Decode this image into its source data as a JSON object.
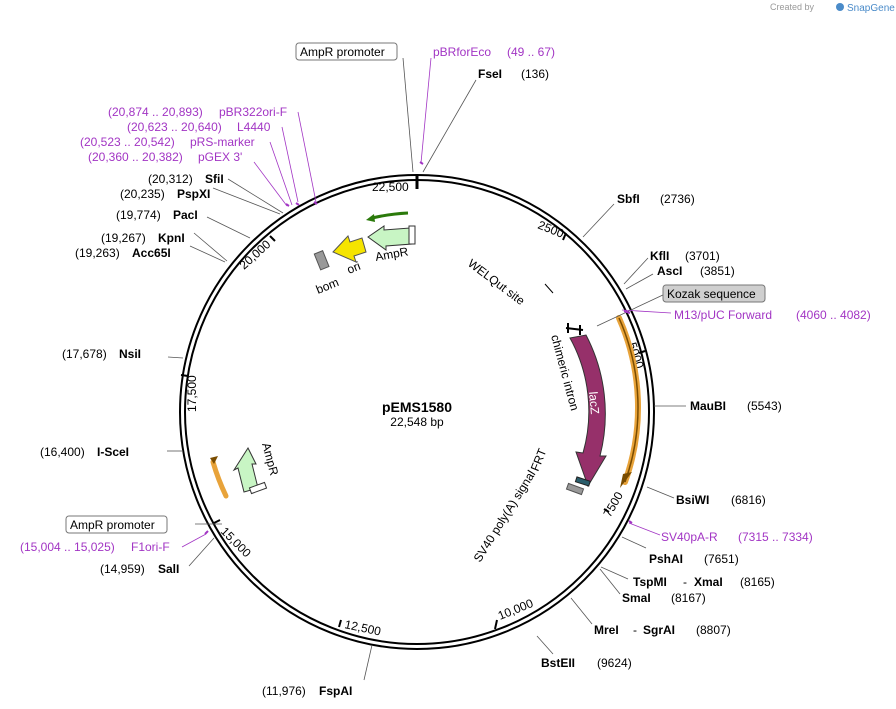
{
  "credit": {
    "created_by": "Created by",
    "brand": "SnapGene"
  },
  "plasmid": {
    "name": "pEMS1580",
    "size": "22,548 bp"
  },
  "ticks": {
    "t22500": "22,500",
    "t2500": "2500",
    "t5000": "5000",
    "t7500": "7500",
    "t10000": "10,000",
    "t12500": "12,500",
    "t15000": "15,000",
    "t17500": "17,500",
    "t20000": "20,000"
  },
  "enzymes": {
    "fsei": {
      "name": "FseI",
      "pos": "(136)"
    },
    "sbfi": {
      "name": "SbfI",
      "pos": "(2736)"
    },
    "kfli": {
      "name": "KflI",
      "pos": "(3701)"
    },
    "asci": {
      "name": "AscI",
      "pos": "(3851)"
    },
    "maubi": {
      "name": "MauBI",
      "pos": "(5543)"
    },
    "bsiwi": {
      "name": "BsiWI",
      "pos": "(6816)"
    },
    "pshai": {
      "name": "PshAI",
      "pos": "(7651)"
    },
    "tspmi": {
      "name": "TspMI",
      "sep": "-",
      "name2": "XmaI",
      "pos": "(8165)"
    },
    "smai": {
      "name": "SmaI",
      "pos": "(8167)"
    },
    "mrei": {
      "name": "MreI",
      "sep": "-",
      "name2": "SgrAI",
      "pos": "(8807)"
    },
    "bsteii": {
      "name": "BstEII",
      "pos": "(9624)"
    },
    "fspai": {
      "name": "FspAI",
      "pos": "(11,976)"
    },
    "sali": {
      "name": "SalI",
      "pos": "(14,959)"
    },
    "scei": {
      "name": "I-SceI",
      "pos": "(16,400)"
    },
    "nsii": {
      "name": "NsiI",
      "pos": "(17,678)"
    },
    "acc65i": {
      "name": "Acc65I",
      "pos": "(19,263)"
    },
    "kpni": {
      "name": "KpnI",
      "pos": "(19,267)"
    },
    "paci": {
      "name": "PacI",
      "pos": "(19,774)"
    },
    "pspxi": {
      "name": "PspXI",
      "pos": "(20,235)"
    },
    "sfii": {
      "name": "SfiI",
      "pos": "(20,312)"
    }
  },
  "primers": {
    "pbrforeco": {
      "name": "pBRforEco",
      "range": "(49 .. 67)"
    },
    "m13": {
      "name": "M13/pUC Forward",
      "range": "(4060 .. 4082)"
    },
    "sv40par": {
      "name": "SV40pA-R",
      "range": "(7315 .. 7334)"
    },
    "f1ori": {
      "name": "F1ori-F",
      "range": "(15,004 .. 15,025)"
    },
    "pgex": {
      "name": "pGEX 3'",
      "range": "(20,360 .. 20,382)"
    },
    "prs": {
      "name": "pRS-marker",
      "range": "(20,523 .. 20,542)"
    },
    "l4440": {
      "name": "L4440",
      "range": "(20,623 .. 20,640)"
    },
    "pbr322": {
      "name": "pBR322ori-F",
      "range": "(20,874 .. 20,893)"
    }
  },
  "boxes": {
    "ampr_promoter_top": "AmpR promoter",
    "ampr_promoter_left": "AmpR promoter",
    "kozak": "Kozak sequence"
  },
  "features": {
    "welqut": "WELQut site",
    "chimeric_intron": "chimeric intron",
    "lacz": "lacZ",
    "frt": "FRT",
    "sv40": "SV40 poly(A) signal",
    "ampr_top": "AmpR",
    "ori": "ori",
    "bom": "bom",
    "ampr_left": "AmpR"
  },
  "colors": {
    "lacz": "#96306a",
    "ampr": "#c8f5c4",
    "ori": "#f5e400",
    "primer": "#a235c4",
    "orange": "#e8a33a"
  }
}
